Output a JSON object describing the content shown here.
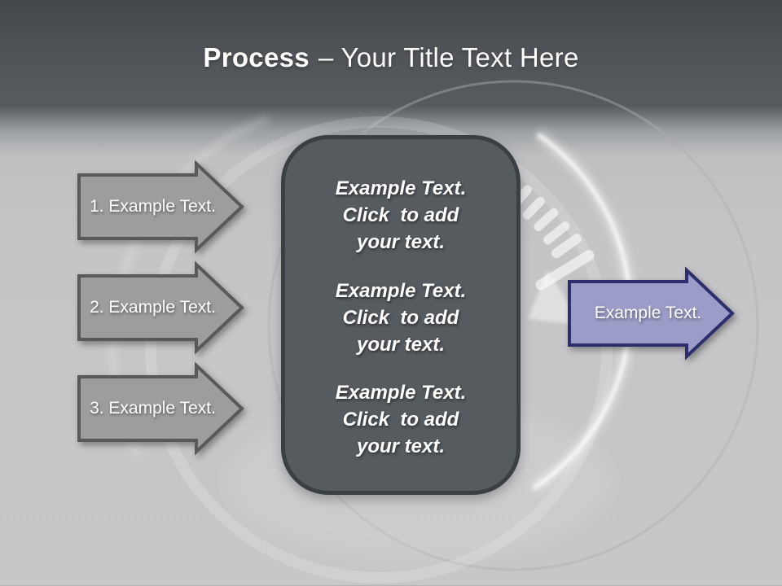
{
  "title": {
    "bold": "Process",
    "rest": "– Your Title Text Here"
  },
  "left_arrows": [
    {
      "label": "1. Example Text."
    },
    {
      "label": "2. Example Text."
    },
    {
      "label": "3. Example Text."
    }
  ],
  "panel": {
    "items": [
      {
        "lines": [
          "Example Text.",
          "Click  to add",
          "your text."
        ]
      },
      {
        "lines": [
          "Example Text.",
          "Click  to add",
          "your text."
        ]
      },
      {
        "lines": [
          "Example Text.",
          "Click  to add",
          "your text."
        ]
      }
    ]
  },
  "right_arrow": {
    "label": "Example Text."
  },
  "colors": {
    "header_dark": "#4e5256",
    "body_gray": "#c6c6c8",
    "arrow_fill": "#9d9d9d",
    "arrow_border": "#58595b",
    "panel_fill": "#565b60",
    "panel_border": "#3a3f43",
    "accent_fill": "#9b9dc8",
    "accent_border": "#2c2e6d",
    "text_white": "#ffffff"
  }
}
